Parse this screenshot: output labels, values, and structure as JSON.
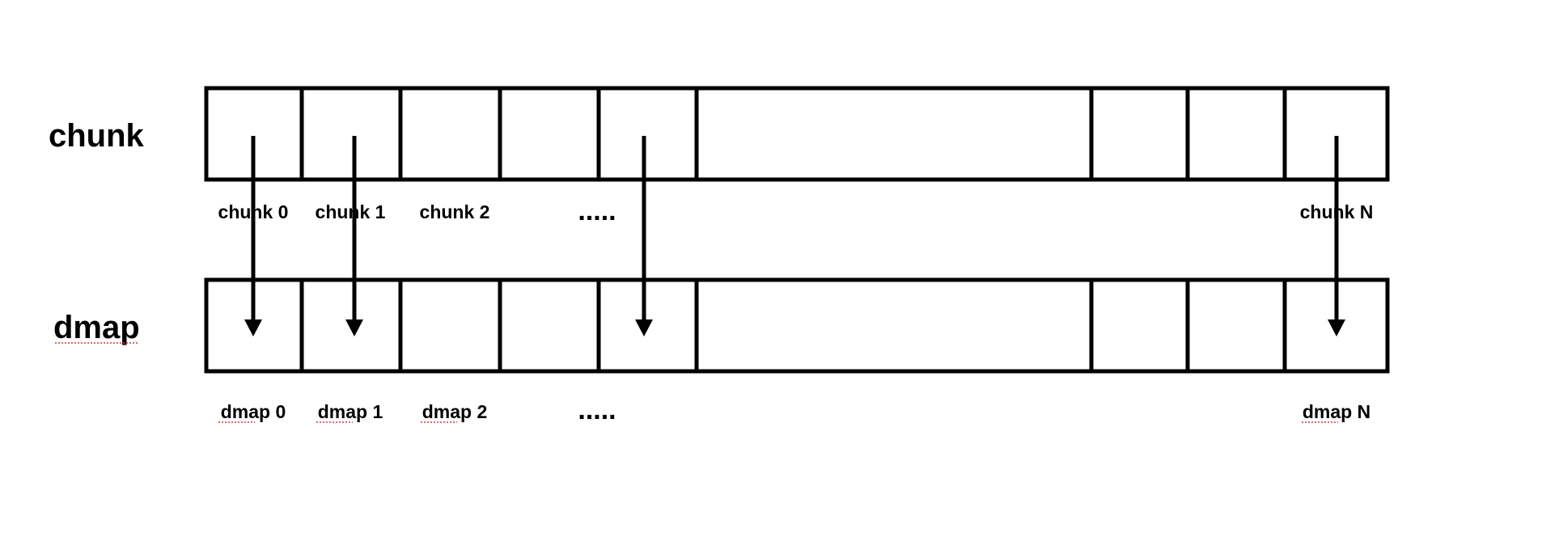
{
  "rows": {
    "chunk": {
      "label": "chunk",
      "cells": [
        "chunk 0",
        "chunk 1",
        "chunk 2",
        ".....",
        "chunk N"
      ]
    },
    "dmap": {
      "label": "dmap",
      "cells": [
        "dmap 0",
        "dmap 1",
        "dmap 2",
        ".....",
        "dmap N"
      ]
    }
  },
  "colors": {
    "stroke": "#000000",
    "spellcheck_underline": "#d23a3a"
  }
}
